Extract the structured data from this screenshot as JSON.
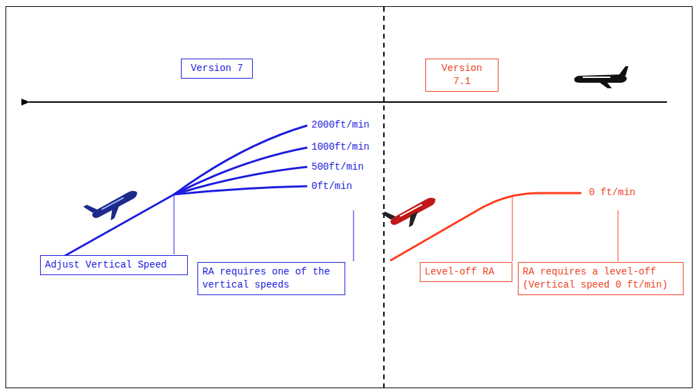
{
  "diagram": {
    "nodes": [
      {
        "text": [
          "Version 7"
        ]
      },
      {
        "text": [
          "Version 7.1"
        ]
      },
      {
        "text": [
          "Adjust Vertical Speed"
        ]
      },
      {
        "text": [
          "RA requires one of the vertical speeds"
        ]
      },
      {
        "text": [
          "Level-off RA"
        ]
      },
      {
        "text": [
          "RA requires a level-off (Vertical speed 0 ft/min)"
        ]
      }
    ],
    "labels": [
      "2000ft/min",
      "1000ft/min",
      "500ft/min",
      "0ft/min",
      "0 ft/min"
    ]
  }
}
